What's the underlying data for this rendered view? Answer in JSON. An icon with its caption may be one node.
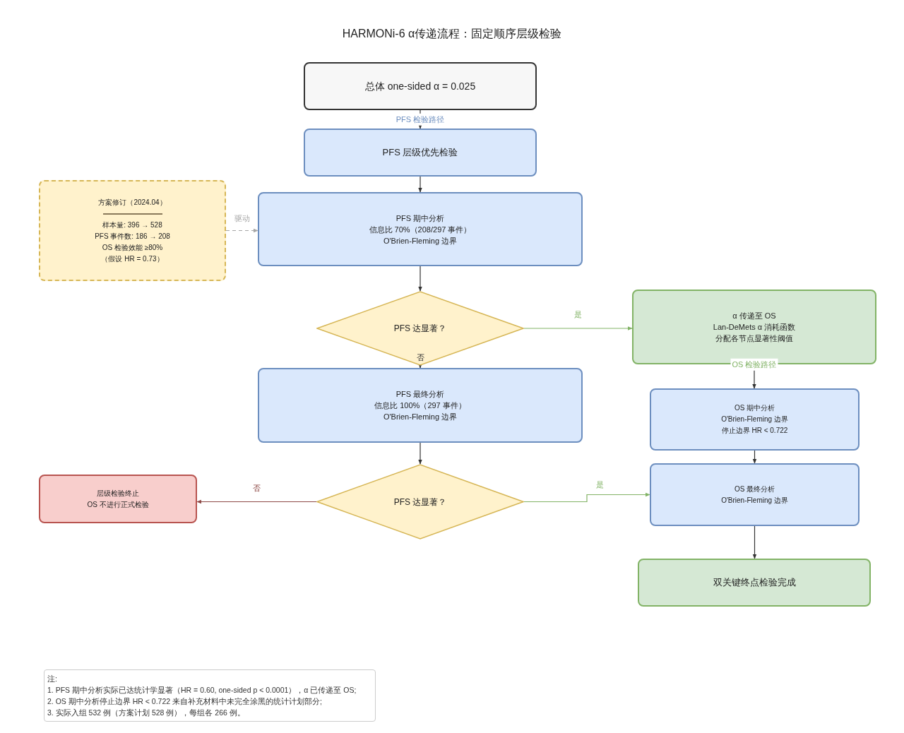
{
  "diagram": {
    "title": "HARMONi-6 α传递流程：固定顺序层级检验",
    "nodes": [
      {
        "text": [
          "总体 one-sided α = 0.025"
        ]
      },
      {
        "text": [
          "PFS 层级优先检验"
        ]
      },
      {
        "text": [
          "方案修订（2024.04）",
          "样本量: 396 → 528",
          "PFS 事件数: 186 → 208",
          "OS 检验效能 ≥80%",
          "（假设 HR = 0.73）"
        ]
      },
      {
        "text": [
          "PFS 期中分析",
          "信息比 70%（208/297 事件）",
          "O'Brien-Fleming 边界"
        ]
      },
      {
        "text": [
          "PFS 达显著？"
        ]
      },
      {
        "text": [
          "α 传递至 OS",
          "Lan-DeMets α 消耗函数",
          "分配各节点显著性阈值"
        ]
      },
      {
        "text": [
          "PFS 最终分析",
          "信息比 100%（297 事件）",
          "O'Brien-Fleming 边界"
        ]
      },
      {
        "text": [
          "OS 期中分析",
          "O'Brien-Fleming 边界",
          "停止边界 HR < 0.722"
        ]
      },
      {
        "text": [
          "层级检验终止",
          "OS 不进行正式检验"
        ]
      },
      {
        "text": [
          "PFS 达显著？"
        ]
      },
      {
        "text": [
          "OS 最终分析",
          "O'Brien-Fleming 边界"
        ]
      },
      {
        "text": [
          "双关键终点检验完成"
        ]
      },
      {
        "text": [
          "注:",
          "1. PFS 期中分析实际已达统计学显著（HR = 0.60, one-sided p < 0.0001），α 已传递至 OS;",
          "2. OS 期中分析停止边界 HR < 0.722 来自补充材料中未完全涂黑的统计计划部分;",
          "3. 实际入组 532 例（方案计划 528 例），每组各 266 例。"
        ]
      }
    ],
    "edges": [
      {
        "from": 0,
        "to": 1,
        "arrow": "to",
        "label": "PFS 检验路径"
      },
      {
        "from": 1,
        "to": 3,
        "arrow": "to"
      },
      {
        "from": 2,
        "to": 3,
        "arrow": "to",
        "label": "驱动",
        "style": "dashed",
        "color": "#a6a6a6"
      },
      {
        "from": 3,
        "to": 4,
        "arrow": "to"
      },
      {
        "from": 4,
        "to": 5,
        "arrow": "to",
        "label": "是",
        "color": "#82b366"
      },
      {
        "from": 4,
        "to": 6,
        "arrow": "to",
        "label": "否"
      },
      {
        "from": 5,
        "to": 7,
        "arrow": "to",
        "label": "OS 检验路径"
      },
      {
        "from": 6,
        "to": 9,
        "arrow": "to"
      },
      {
        "from": 9,
        "to": 8,
        "arrow": "to",
        "label": "否",
        "color": "#8e4a47"
      },
      {
        "from": 9,
        "to": 10,
        "arrow": "to",
        "label": "是",
        "color": "#82b366"
      },
      {
        "from": 7,
        "to": 10,
        "arrow": "to"
      },
      {
        "from": 10,
        "to": 11,
        "arrow": "to"
      }
    ]
  }
}
